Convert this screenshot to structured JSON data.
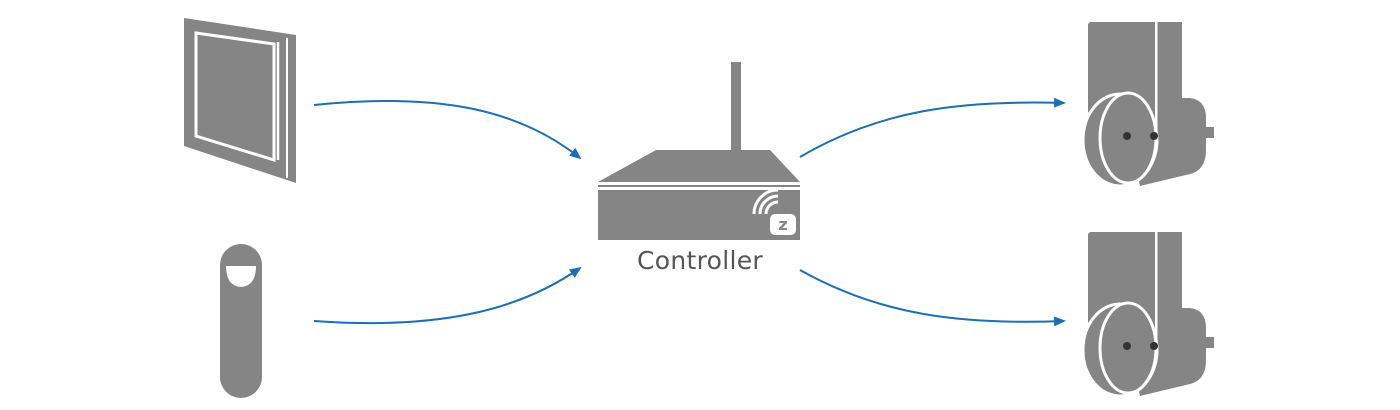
{
  "controller": {
    "label": "Controller",
    "logo_letter": "z"
  },
  "colors": {
    "device_gray": "#858585",
    "device_gray_dark": "#6f6f6f",
    "arrow_blue": "#1a6fb5",
    "outline_white": "#ffffff"
  },
  "devices": {
    "inputs": [
      "wall-switch",
      "motion-sensor"
    ],
    "outputs": [
      "plug-adapter-1",
      "plug-adapter-2"
    ]
  },
  "icons": [
    "wall-switch-icon",
    "motion-sensor-icon",
    "controller-hub-icon",
    "z-wave-logo-icon",
    "plug-adapter-icon"
  ]
}
